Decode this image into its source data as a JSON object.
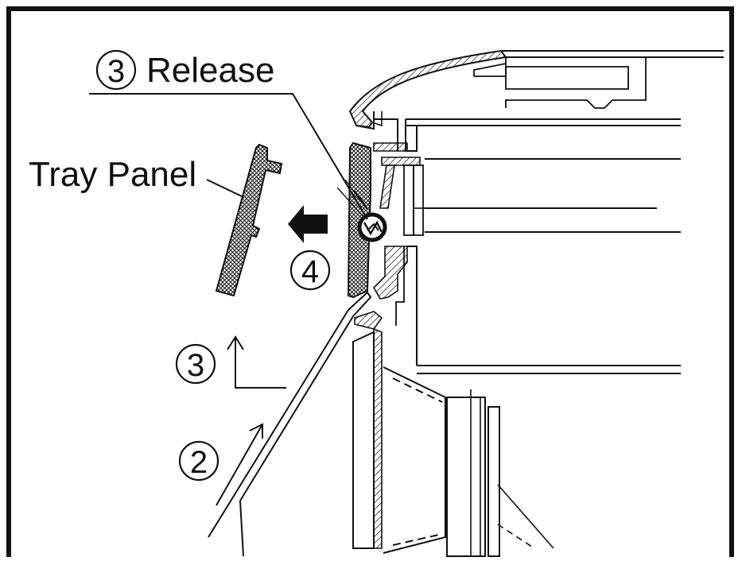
{
  "labels": {
    "release_step": "3",
    "release_text": "Release",
    "tray_panel": "Tray Panel",
    "step_4": "4",
    "step_3": "3",
    "step_2": "2"
  },
  "colors": {
    "line": "#111111",
    "background": "#ffffff",
    "arrow_fill": "#111111"
  },
  "icons": {
    "release_arrow": "arrow-left-icon",
    "lift_arrow": "arrow-up-right-angle-icon",
    "push_arrow": "arrow-diagonal-icon"
  }
}
